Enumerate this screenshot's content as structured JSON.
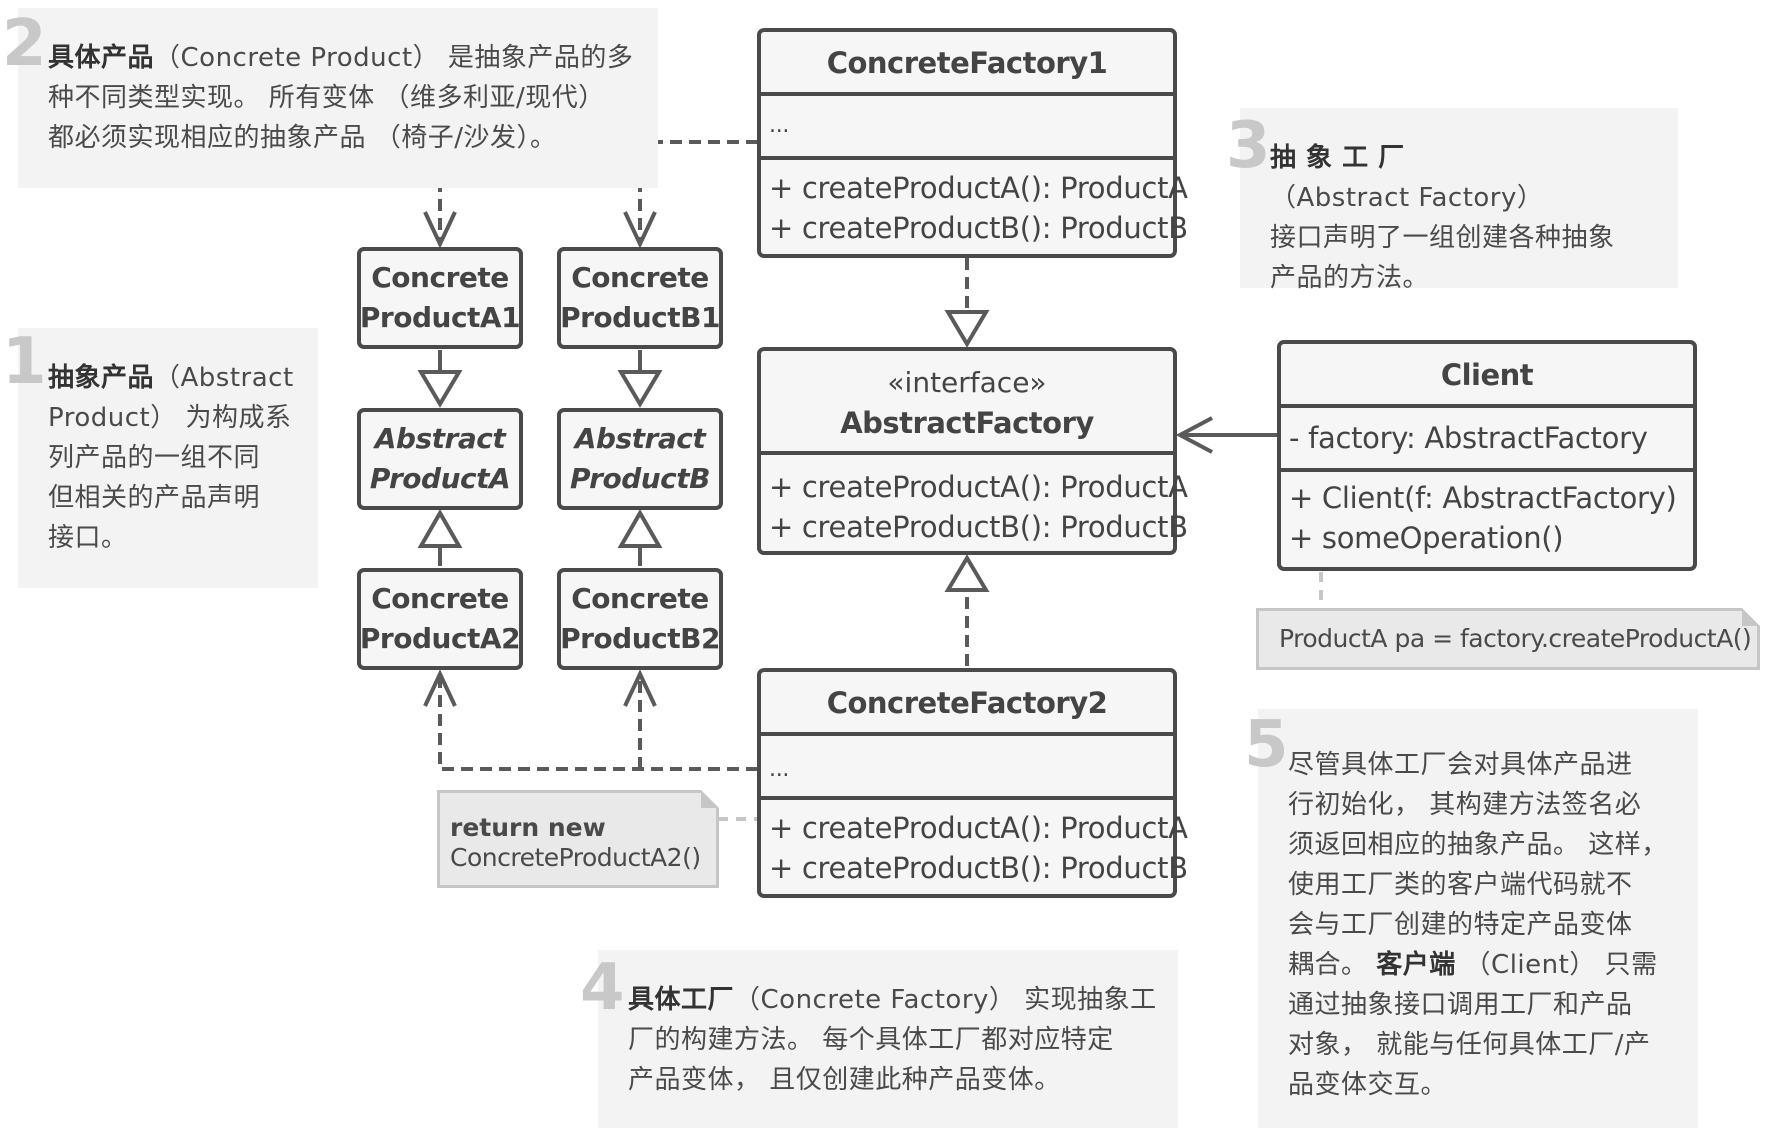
{
  "callouts": [
    {
      "number": "1",
      "bold": "抽象产品",
      "lines": [
        "（Abstract",
        "Product） 为构成系",
        "列产品的一组不同",
        "但相关的产品声明",
        "接口。"
      ]
    },
    {
      "number": "2",
      "bold": "具体产品",
      "line1_rest": "（Concrete Product） 是抽象产品的多",
      "lines": [
        "种不同类型实现。 所有变体 （维多利亚/现代）",
        "都必须实现相应的抽象产品 （椅子/沙发）。"
      ]
    },
    {
      "number": "3",
      "bold": "抽 象 工 厂",
      "line1_rest": " （Abstract  Factory）",
      "lines": [
        "接口声明了一组创建各种抽象",
        "产品的方法。"
      ]
    },
    {
      "number": "4",
      "bold": "具体工厂",
      "line1_rest": "（Concrete Factory） 实现抽象工",
      "lines": [
        "厂的构建方法。 每个具体工厂都对应特定",
        "产品变体， 且仅创建此种产品变体。"
      ]
    },
    {
      "number": "5",
      "lines": [
        "尽管具体工厂会对具体产品进",
        "行初始化， 其构建方法签名必",
        "须返回相应的抽象产品。 这样，",
        "使用工厂类的客户端代码就不",
        "会与工厂创建的特定产品变体"
      ],
      "line6_pre": "耦合。 ",
      "line6_bold": "客户端",
      "line6_rest": " （Client） 只需",
      "lines_after": [
        "通过抽象接口调用工厂和产品",
        "对象， 就能与任何具体工厂/产",
        "品变体交互。"
      ]
    }
  ],
  "classes": {
    "concrete_factory1": {
      "name": "ConcreteFactory1",
      "fields": "...",
      "methods": [
        "+ createProductA(): ProductA",
        "+ createProductB(): ProductB"
      ]
    },
    "abstract_factory": {
      "stereotype": "«interface»",
      "name": "AbstractFactory",
      "methods": [
        "+ createProductA(): ProductA",
        "+ createProductB(): ProductB"
      ]
    },
    "concrete_factory2": {
      "name": "ConcreteFactory2",
      "fields": "...",
      "methods": [
        "+ createProductA(): ProductA",
        "+ createProductB(): ProductB"
      ]
    },
    "client": {
      "name": "Client",
      "fields": "- factory: AbstractFactory",
      "methods": [
        "+ Client(f: AbstractFactory)",
        "+ someOperation()"
      ]
    }
  },
  "products": {
    "concrete_a1": [
      "Concrete",
      "ProductA1"
    ],
    "concrete_b1": [
      "Concrete",
      "ProductB1"
    ],
    "abstract_a": [
      "Abstract",
      "ProductA"
    ],
    "abstract_b": [
      "Abstract",
      "ProductB"
    ],
    "concrete_a2": [
      "Concrete",
      "ProductA2"
    ],
    "concrete_b2": [
      "Concrete",
      "ProductB2"
    ]
  },
  "notes": {
    "return_note": {
      "bold": "return new",
      "text": "ConcreteProductA2()"
    },
    "client_note": {
      "text": "ProductA pa = factory.createProductA()"
    }
  },
  "colors": {
    "line": "#5a5a5a",
    "note_line": "#c6c6c6",
    "callout_bg": "#f3f3f3",
    "box_bg": "#f6f6f6"
  }
}
